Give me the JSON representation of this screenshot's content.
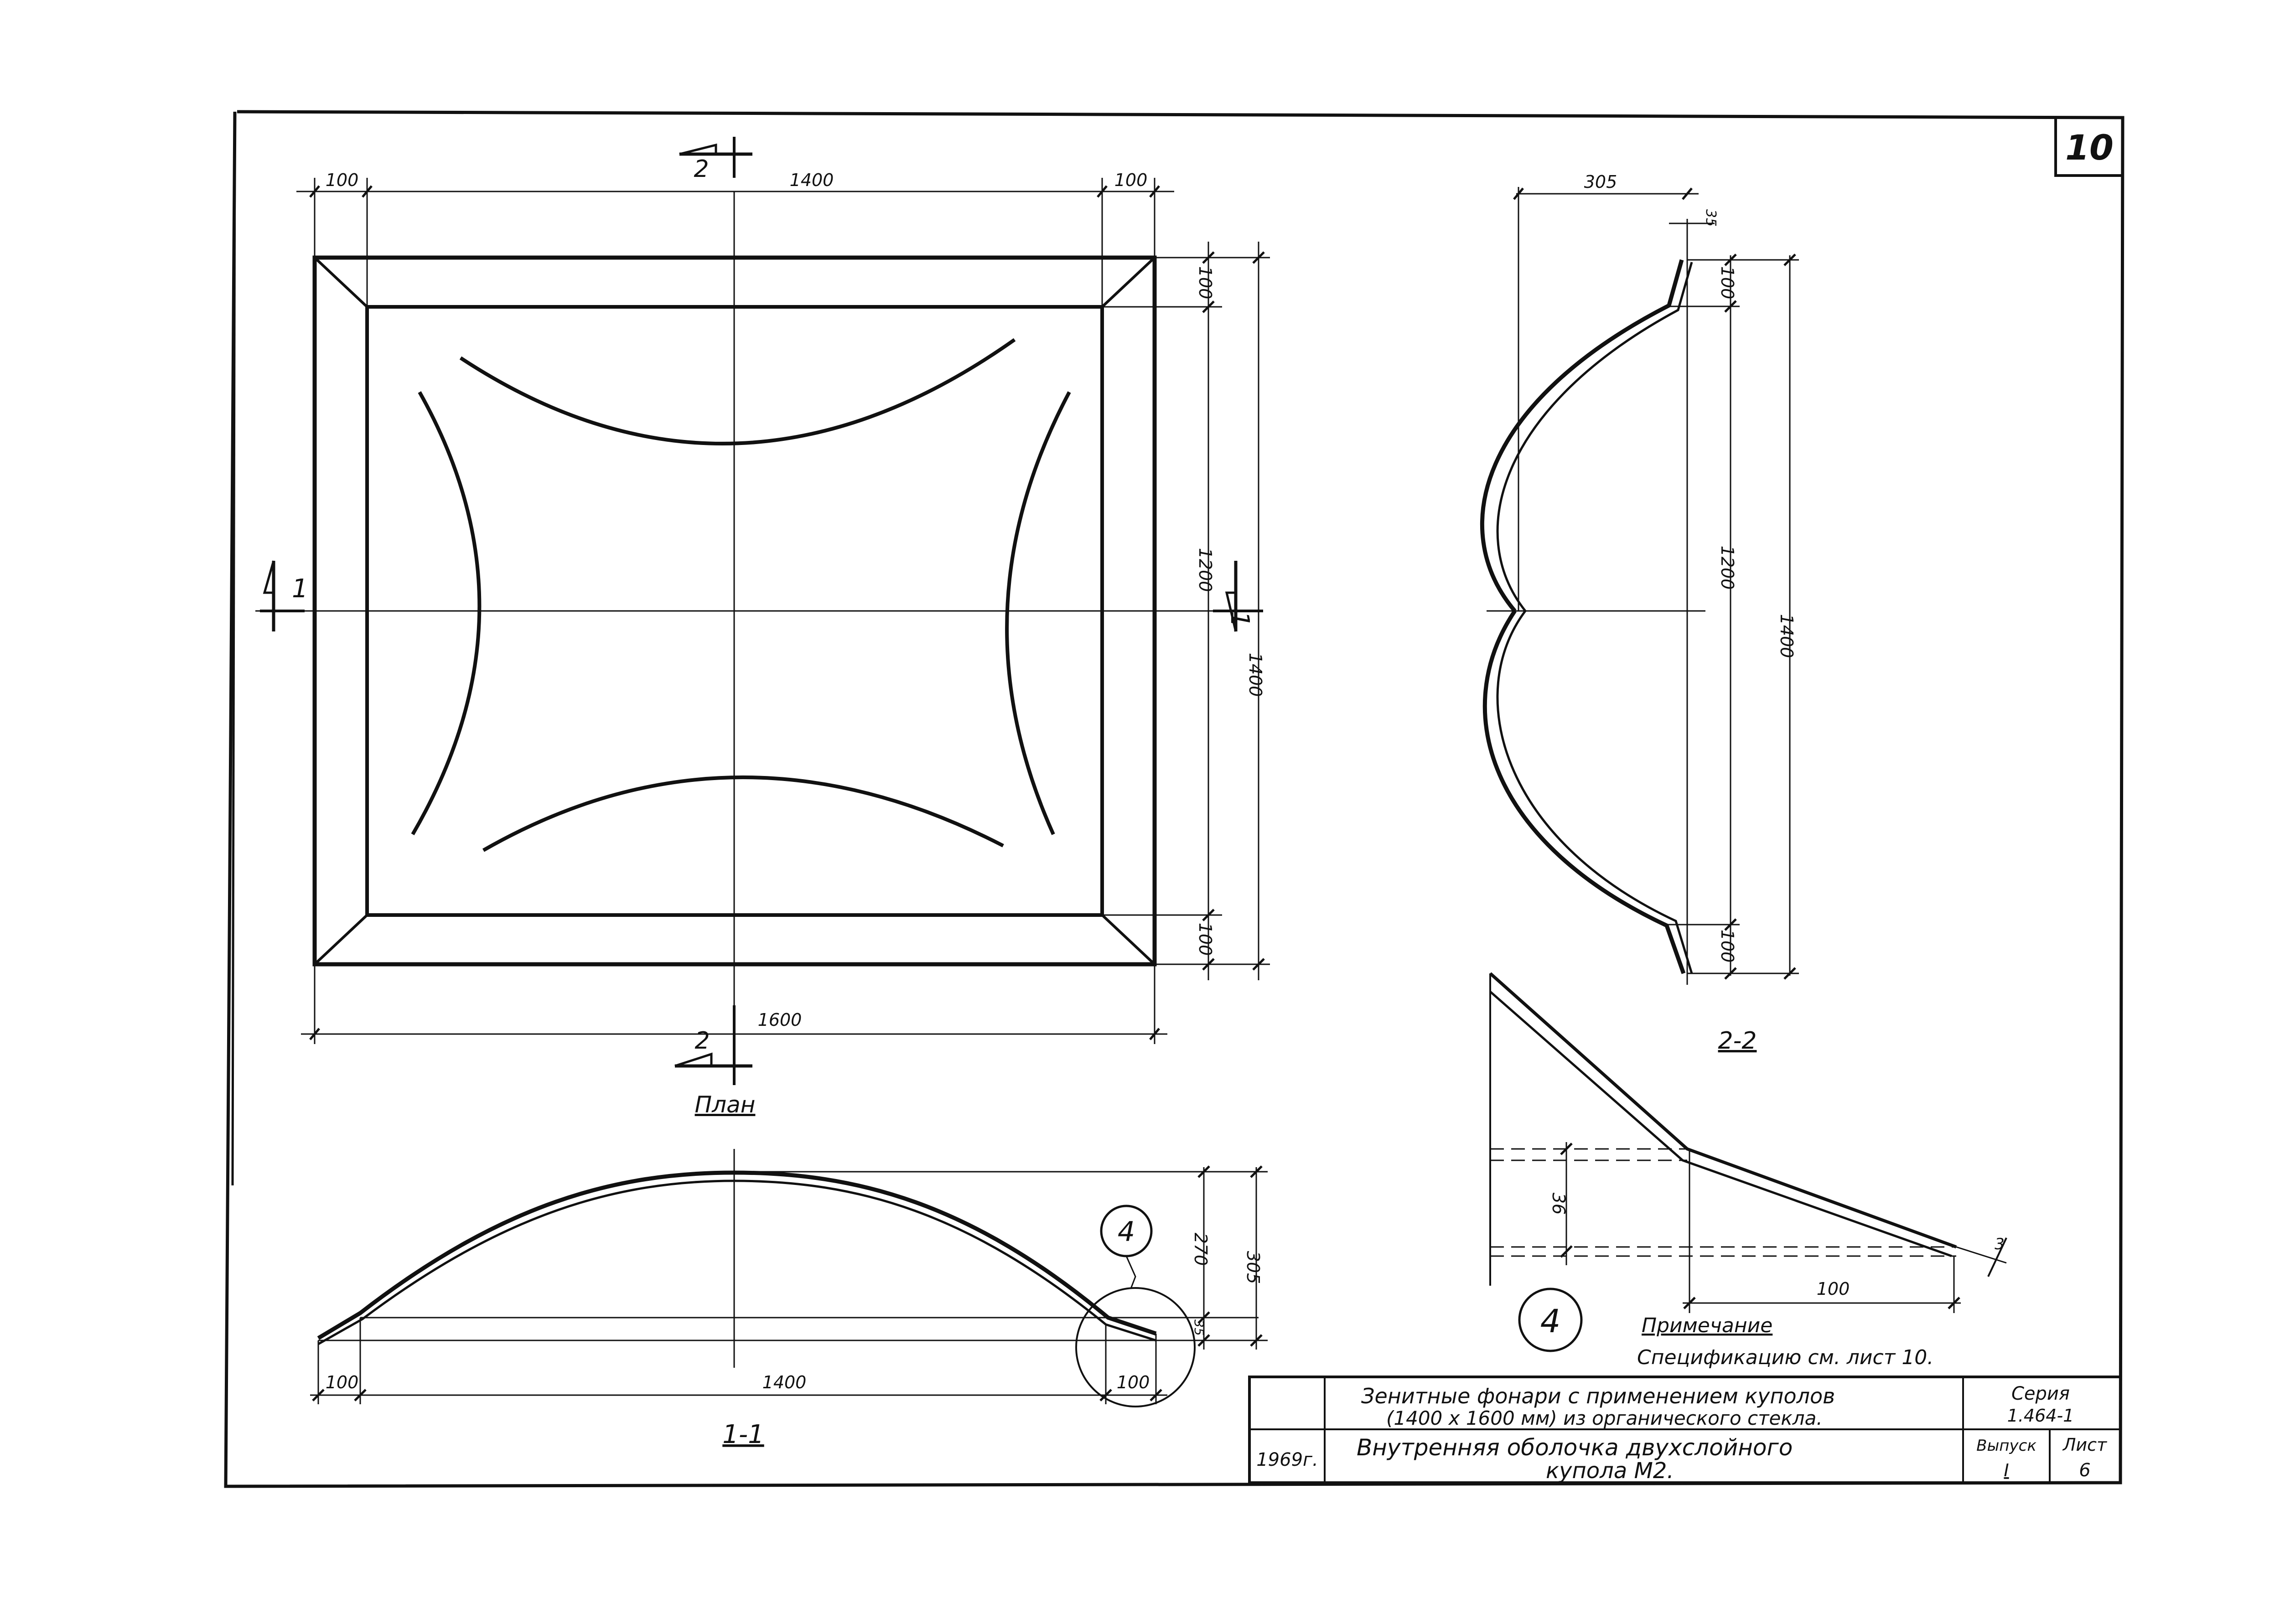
{
  "sheet_corner_number": "10",
  "plan": {
    "title": "План",
    "section_marks": {
      "top": "2",
      "bottom": "2",
      "left": "1",
      "right": "1"
    },
    "dim_top_left": "100",
    "dim_top_middle": "1400",
    "dim_top_right": "100",
    "dim_bottom_overall": "1600",
    "dim_right_top": "100",
    "dim_right_middle": "1200",
    "dim_right_bottom": "100",
    "dim_right_overall": "1400"
  },
  "section_2_2": {
    "title": "2-2",
    "dim_top_width": "305",
    "dim_top_small": "35",
    "dim_right_top": "100",
    "dim_right_middle": "1200",
    "dim_right_bottom": "100",
    "dim_right_overall": "1400"
  },
  "section_1_1": {
    "title": "1-1",
    "callout_number": "4",
    "dim_left": "100",
    "dim_middle": "1400",
    "dim_right": "100",
    "dim_height_inner": "270",
    "dim_height_overall": "305",
    "dim_height_small": "35"
  },
  "detail_4": {
    "label": "4",
    "dim_vertical": "36",
    "dim_horizontal": "100",
    "dim_thickness": "3"
  },
  "note": {
    "heading": "Примечание",
    "text": "Спецификацию см. лист 10."
  },
  "title_block": {
    "project_line1": "Зенитные фонари с применением куполов",
    "project_line2": "(1400 x 1600 мм) из органического стекла.",
    "drawing_line1": "Внутренняя оболочка двухслойного",
    "drawing_line2": "купола М2.",
    "year": "1969г.",
    "series_label": "Серия",
    "series_value": "1.464-1",
    "issue_label": "Выпуск",
    "issue_value": "I",
    "sheet_label": "Лист",
    "sheet_value": "6"
  }
}
